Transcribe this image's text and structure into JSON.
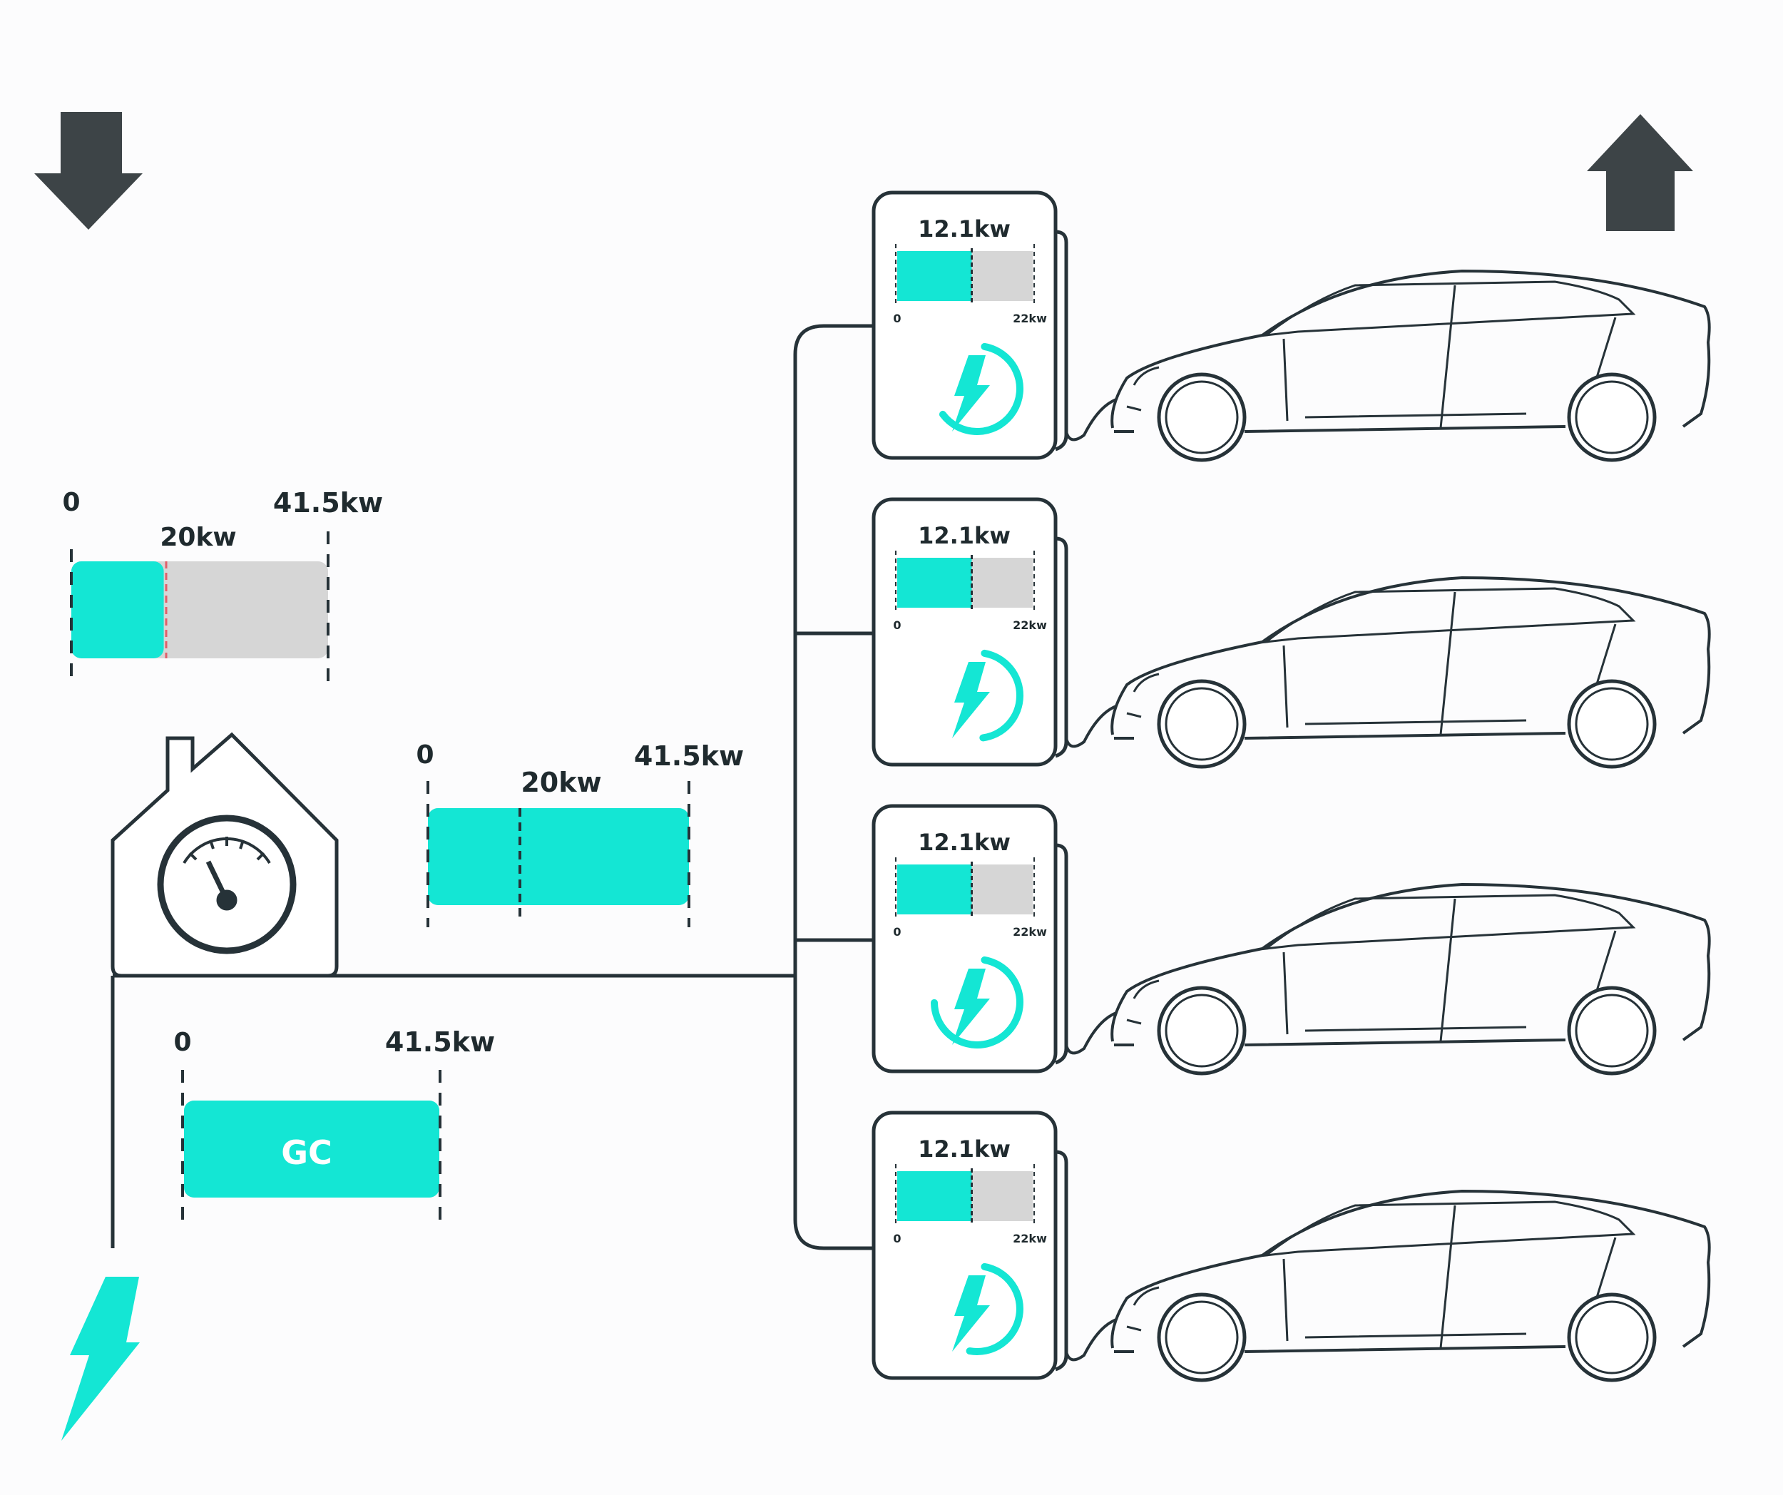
{
  "colors": {
    "accent": "#14e6d4",
    "track": "#d6d6d6",
    "line": "#263238",
    "arrow": "#3d4447"
  },
  "icons": {
    "grid_arrow_down": "arrow-down-icon",
    "grid_arrow_up": "arrow-up-icon",
    "grid_power": "lightning-icon",
    "house": "house-meter-icon",
    "charger": "charging-station-icon",
    "car": "car-icon"
  },
  "house_meter": {
    "min": "0",
    "mid": "20kw",
    "max": "41.5kw",
    "fill_fraction": 0.36
  },
  "distribution": {
    "min": "0",
    "mid": "20kw",
    "max": "41.5kw",
    "fill_fraction": 1.0
  },
  "grid_connection": {
    "min": "0",
    "max": "41.5kw",
    "label": "GC",
    "fill_fraction": 1.0
  },
  "chargers": [
    {
      "power": "12.1kw",
      "min": "0",
      "max": "22kw",
      "fill_fraction": 0.55,
      "arc_fraction": 0.62
    },
    {
      "power": "12.1kw",
      "min": "0",
      "max": "22kw",
      "fill_fraction": 0.55,
      "arc_fraction": 0.45
    },
    {
      "power": "12.1kw",
      "min": "0",
      "max": "22kw",
      "fill_fraction": 0.55,
      "arc_fraction": 0.72
    },
    {
      "power": "12.1kw",
      "min": "0",
      "max": "22kw",
      "fill_fraction": 0.55,
      "arc_fraction": 0.5
    }
  ]
}
